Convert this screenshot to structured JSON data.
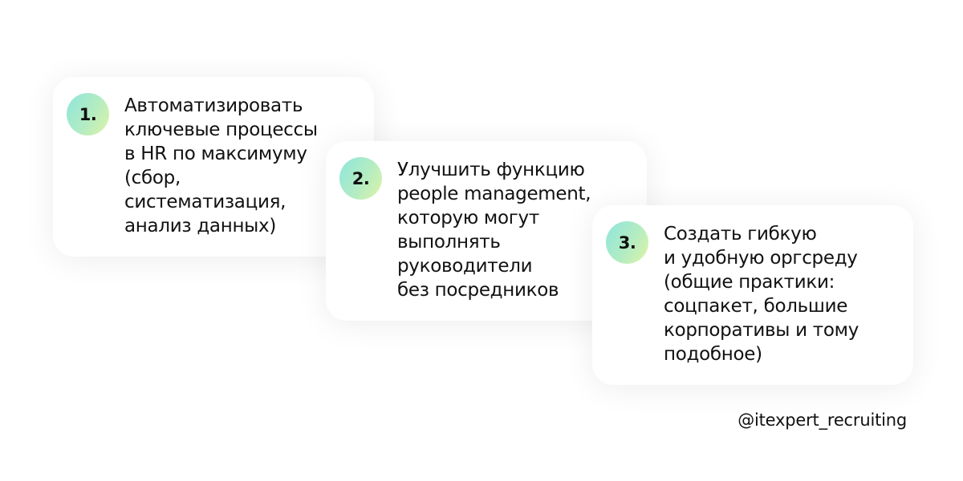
{
  "cards": [
    {
      "number": "1.",
      "text": "Автоматизировать\nключевые процессы\nв HR по максимуму\n(сбор,\nсистематизация,\nанализ данных)"
    },
    {
      "number": "2.",
      "text": "Улучшить функцию\npeople management,\nкоторую могут\nвыполнять\nруководители\nбез посредников"
    },
    {
      "number": "3.",
      "text": "Создать гибкую\nи удобную оргсреду\n(общие практики:\nсоцпакет, большие\nкорпоративы и тому\nподобное)"
    }
  ],
  "handle": "@itexpert_recruiting",
  "colors": {
    "badge_gradient_start": "#8ee6dc",
    "badge_gradient_end": "#dff4a6",
    "text": "#111111",
    "background": "#ffffff"
  }
}
